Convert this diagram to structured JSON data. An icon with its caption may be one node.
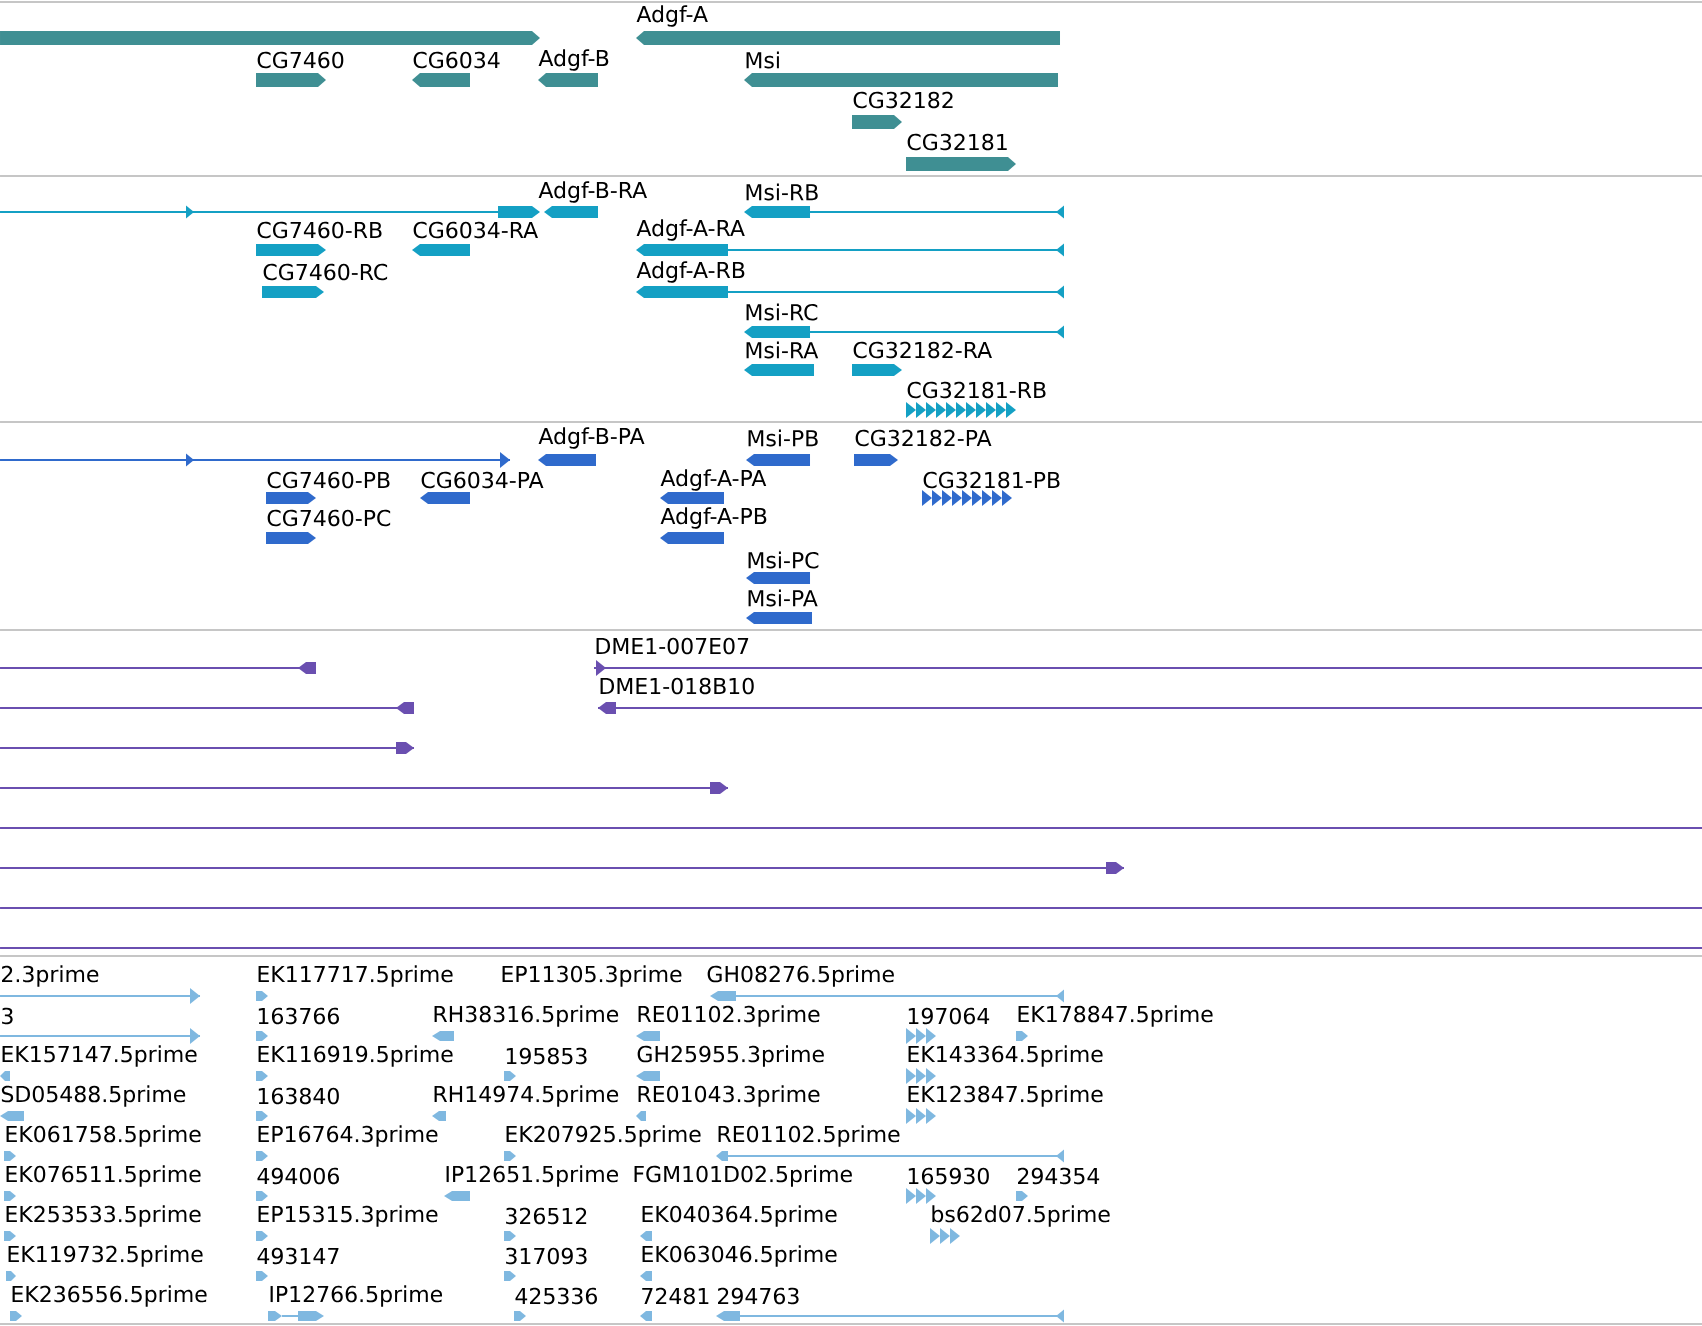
{
  "diagram": {
    "labels": [
      "Adgf-A",
      "CG7460",
      "CG6034",
      "Adgf-B",
      "Msi",
      "CG32182",
      "CG32181",
      "Adgf-B-RA",
      "Msi-RB",
      "CG7460-RB",
      "CG6034-RA",
      "Adgf-A-RA",
      "CG7460-RC",
      "Adgf-A-RB",
      "Msi-RC",
      "Msi-RA",
      "CG32182-RA",
      "CG32181-RB",
      "Adgf-B-PA",
      "Msi-PB",
      "CG32182-PA",
      "CG7460-PB",
      "CG6034-PA",
      "Adgf-A-PA",
      "CG32181-PB",
      "CG7460-PC",
      "Adgf-A-PB",
      "Msi-PC",
      "Msi-PA",
      "DME1-007E07",
      "DME1-018B10",
      "2.3prime",
      "EK117717.5prime",
      "EP11305.3prime",
      "GH08276.5prime",
      "3",
      "163766",
      "RH38316.5prime",
      "RE01102.3prime",
      "197064",
      "EK178847.5prime",
      "EK157147.5prime",
      "EK116919.5prime",
      "195853",
      "GH25955.3prime",
      "EK143364.5prime",
      "SD05488.5prime",
      "163840",
      "RH14974.5prime",
      "RE01043.3prime",
      "EK123847.5prime",
      "EK061758.5prime",
      "EP16764.3prime",
      "EK207925.5prime",
      "RE01102.5prime",
      "EK076511.5prime",
      "494006",
      "IP12651.5prime",
      "FGM101D02.5prime",
      "165930",
      "294354",
      "EK253533.5prime",
      "EP15315.3prime",
      "326512",
      "EK040364.5prime",
      "bs62d07.5prime",
      "EK119732.5prime",
      "493147",
      "317093",
      "EK063046.5prime",
      "EK236556.5prime",
      "IP12766.5prime",
      "425336",
      "72481",
      "294763"
    ]
  }
}
